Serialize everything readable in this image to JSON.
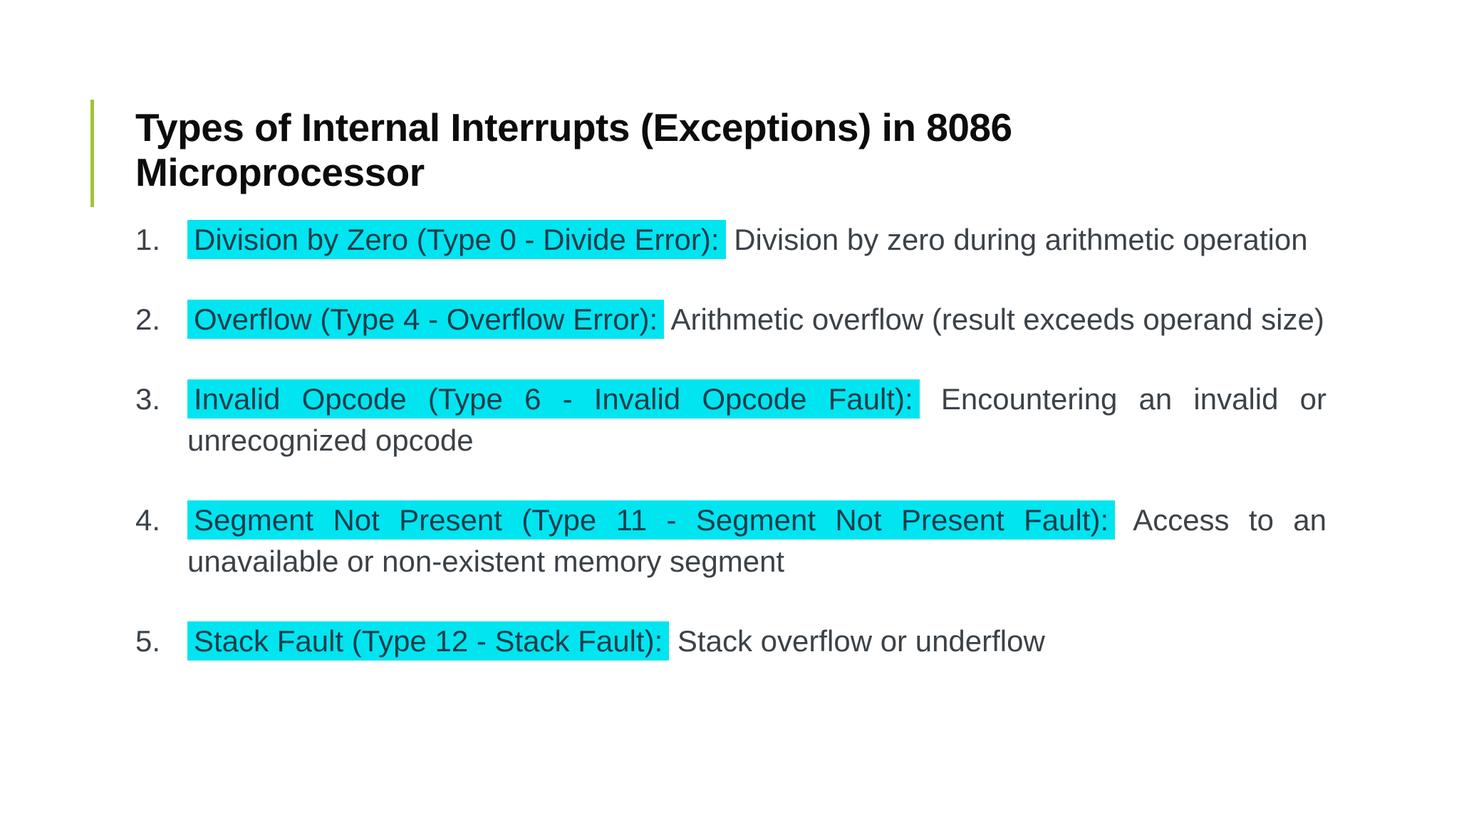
{
  "slide": {
    "title": "Types of Internal Interrupts (Exceptions) in 8086 Microprocessor",
    "colors": {
      "accent_bar": "#9fc43c",
      "highlight": "#00e5f0",
      "highlight_text": "#1e3c4b",
      "body_text": "#3b4248",
      "title_text": "#0c0c0c",
      "background": "#ffffff"
    },
    "items": [
      {
        "number": "1.",
        "highlight": "Division by Zero (Type 0 - Divide Error):",
        "rest": "Division by zero during arithmetic operation"
      },
      {
        "number": "2.",
        "highlight": "Overflow (Type 4 - Overflow Error):",
        "rest": "Arithmetic overflow (result exceeds operand size)"
      },
      {
        "number": "3.",
        "highlight": "Invalid Opcode (Type 6 - Invalid Opcode Fault):",
        "rest": "Encountering an invalid or unrecognized opcode"
      },
      {
        "number": "4.",
        "highlight": "Segment Not Present (Type 11 - Segment Not Present Fault):",
        "rest": "Access to an unavailable or non-existent memory segment"
      },
      {
        "number": "5.",
        "highlight": "Stack Fault (Type 12 - Stack Fault):",
        "rest": "Stack overflow or underflow"
      }
    ]
  }
}
